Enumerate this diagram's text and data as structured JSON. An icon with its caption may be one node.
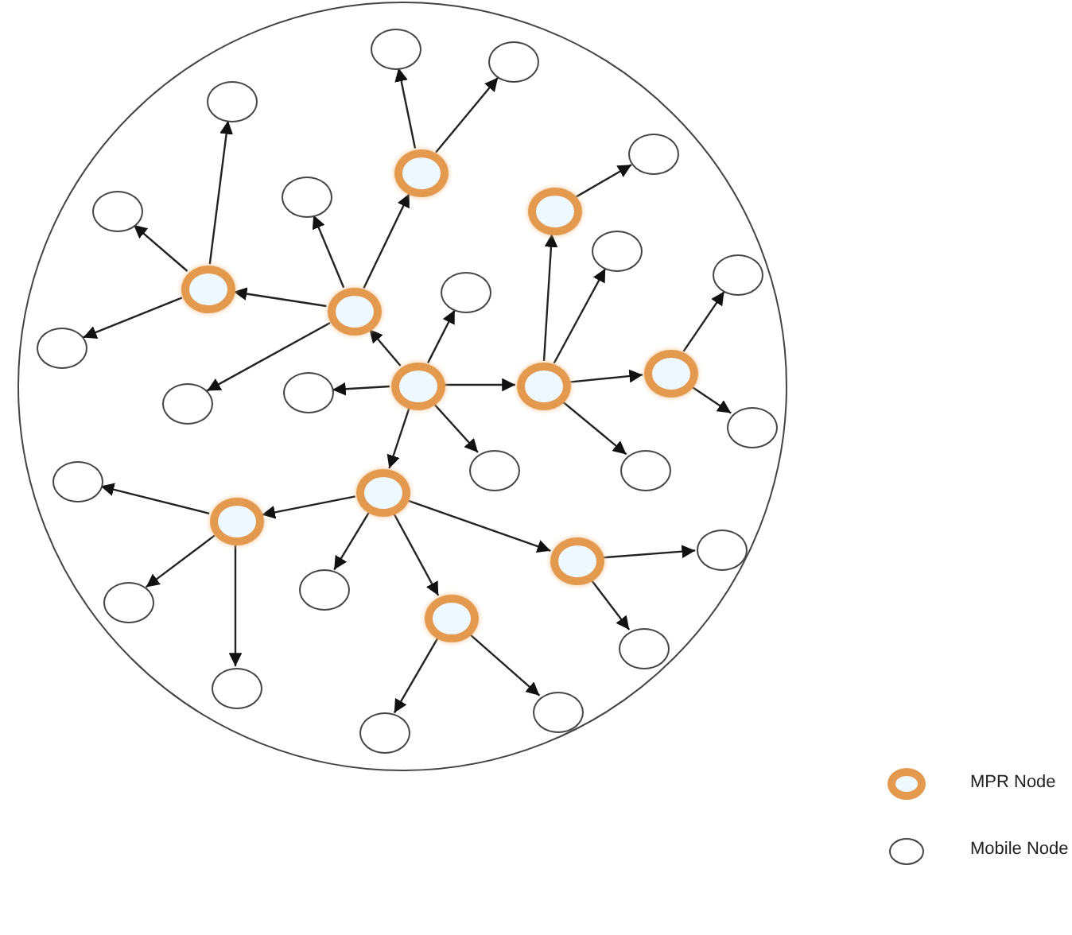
{
  "diagram": {
    "nodes": [
      {
        "text": [],
        "shape": "circle"
      },
      {
        "text": [],
        "shape": "circle",
        "in": 0
      },
      {
        "text": [],
        "shape": "circle",
        "in": 0
      },
      {
        "text": [],
        "shape": "circle",
        "in": 0
      },
      {
        "text": [],
        "shape": "circle",
        "in": 0
      },
      {
        "text": [],
        "shape": "ring",
        "in": 0
      },
      {
        "text": [],
        "shape": "circle",
        "in": 0
      },
      {
        "text": [],
        "shape": "circle",
        "in": 0
      },
      {
        "text": [],
        "shape": "ring",
        "in": 0
      },
      {
        "text": [],
        "shape": "circle",
        "in": 0
      },
      {
        "text": [],
        "shape": "circle",
        "in": 0
      },
      {
        "text": [],
        "shape": "ring",
        "in": 0
      },
      {
        "text": [],
        "shape": "circle",
        "in": 0
      },
      {
        "text": [],
        "shape": "ring",
        "in": 0
      },
      {
        "text": [],
        "shape": "circle",
        "in": 0
      },
      {
        "text": [],
        "shape": "ring",
        "in": 0
      },
      {
        "text": [],
        "shape": "ring",
        "in": 0
      },
      {
        "text": [],
        "shape": "ring",
        "in": 0
      },
      {
        "text": [],
        "shape": "circle",
        "in": 0
      },
      {
        "text": [],
        "shape": "circle",
        "in": 0
      },
      {
        "text": [],
        "shape": "circle",
        "in": 0
      },
      {
        "text": [],
        "shape": "circle",
        "in": 0
      },
      {
        "text": [],
        "shape": "circle",
        "in": 0
      },
      {
        "text": [],
        "shape": "circle",
        "in": 0
      },
      {
        "text": [],
        "shape": "ring",
        "in": 0
      },
      {
        "text": [],
        "shape": "ring",
        "in": 0
      },
      {
        "text": [],
        "shape": "circle",
        "in": 0
      },
      {
        "text": [],
        "shape": "ring",
        "in": 0
      },
      {
        "text": [],
        "shape": "circle",
        "in": 0
      },
      {
        "text": [],
        "shape": "circle",
        "in": 0
      },
      {
        "text": [],
        "shape": "ring",
        "in": 0
      },
      {
        "text": [],
        "shape": "circle",
        "in": 0
      },
      {
        "text": [],
        "shape": "circle",
        "in": 0
      },
      {
        "text": [],
        "shape": "circle",
        "in": 0
      },
      {
        "text": [],
        "shape": "circle",
        "in": 0
      }
    ],
    "edges": [
      {
        "from": 16,
        "to": 13,
        "arrow": "to"
      },
      {
        "from": 16,
        "to": 12,
        "arrow": "to"
      },
      {
        "from": 16,
        "to": 18,
        "arrow": "to"
      },
      {
        "from": 16,
        "to": 17,
        "arrow": "to"
      },
      {
        "from": 16,
        "to": 21,
        "arrow": "to"
      },
      {
        "from": 16,
        "to": 24,
        "arrow": "to"
      },
      {
        "from": 13,
        "to": 11,
        "arrow": "to"
      },
      {
        "from": 13,
        "to": 6,
        "arrow": "to"
      },
      {
        "from": 13,
        "to": 5,
        "arrow": "to"
      },
      {
        "from": 13,
        "to": 19,
        "arrow": "to"
      },
      {
        "from": 5,
        "to": 1,
        "arrow": "to"
      },
      {
        "from": 5,
        "to": 2,
        "arrow": "to"
      },
      {
        "from": 11,
        "to": 3,
        "arrow": "to"
      },
      {
        "from": 11,
        "to": 7,
        "arrow": "to"
      },
      {
        "from": 11,
        "to": 14,
        "arrow": "to"
      },
      {
        "from": 17,
        "to": 8,
        "arrow": "to"
      },
      {
        "from": 17,
        "to": 9,
        "arrow": "to"
      },
      {
        "from": 17,
        "to": 15,
        "arrow": "to"
      },
      {
        "from": 17,
        "to": 22,
        "arrow": "to"
      },
      {
        "from": 8,
        "to": 4,
        "arrow": "to"
      },
      {
        "from": 15,
        "to": 10,
        "arrow": "to"
      },
      {
        "from": 15,
        "to": 20,
        "arrow": "to"
      },
      {
        "from": 24,
        "to": 25,
        "arrow": "to"
      },
      {
        "from": 24,
        "to": 28,
        "arrow": "to"
      },
      {
        "from": 24,
        "to": 27,
        "arrow": "to"
      },
      {
        "from": 24,
        "to": 30,
        "arrow": "to"
      },
      {
        "from": 25,
        "to": 23,
        "arrow": "to"
      },
      {
        "from": 25,
        "to": 29,
        "arrow": "to"
      },
      {
        "from": 25,
        "to": 32,
        "arrow": "to"
      },
      {
        "from": 27,
        "to": 26,
        "arrow": "to"
      },
      {
        "from": 27,
        "to": 31,
        "arrow": "to"
      },
      {
        "from": 30,
        "to": 34,
        "arrow": "to"
      },
      {
        "from": 30,
        "to": 33,
        "arrow": "to"
      }
    ],
    "legend": [
      {
        "text": "MPR Node"
      },
      {
        "text": "Mobile Node"
      }
    ]
  }
}
